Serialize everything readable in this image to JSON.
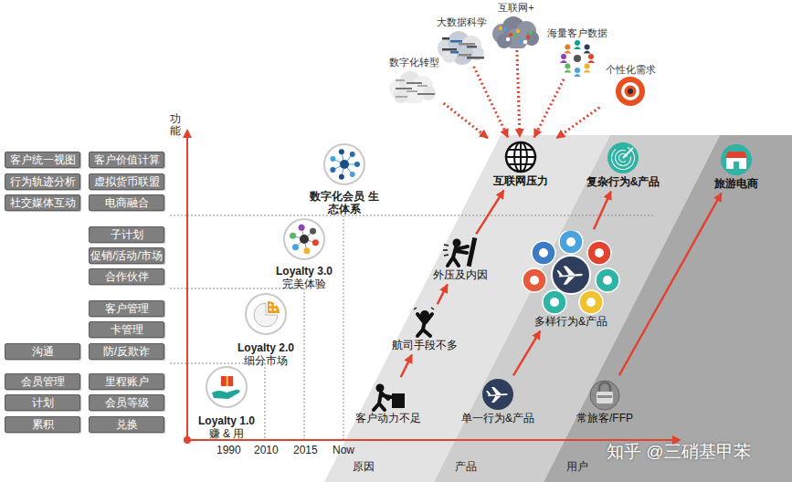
{
  "diagram": {
    "nodes": [
      {
        "text": [
          "数字化转型"
        ]
      },
      {
        "text": [
          "大数据科学"
        ]
      },
      {
        "text": [
          "互联网+"
        ]
      },
      {
        "text": [
          "海量客户数据"
        ]
      },
      {
        "text": [
          "个性化需求"
        ]
      },
      {
        "text": [
          "客户统一视图"
        ]
      },
      {
        "text": [
          "客户价值计算"
        ]
      },
      {
        "text": [
          "行为轨迹分析"
        ]
      },
      {
        "text": [
          "虚拟货币联盟"
        ]
      },
      {
        "text": [
          "社交媒体互动"
        ]
      },
      {
        "text": [
          "电商融合"
        ]
      },
      {
        "text": [
          "子计划"
        ]
      },
      {
        "text": [
          "促销/活动/市场"
        ]
      },
      {
        "text": [
          "合作伙伴"
        ]
      },
      {
        "text": [
          "客户管理"
        ]
      },
      {
        "text": [
          "卡管理"
        ]
      },
      {
        "text": [
          "沟通"
        ]
      },
      {
        "text": [
          "防/反欺诈"
        ]
      },
      {
        "text": [
          "会员管理"
        ]
      },
      {
        "text": [
          "里程账户"
        ]
      },
      {
        "text": [
          "计划"
        ]
      },
      {
        "text": [
          "会员等级"
        ]
      },
      {
        "text": [
          "累积"
        ]
      },
      {
        "text": [
          "兑换"
        ]
      },
      {
        "text": [
          "数字化会员 生态体系"
        ]
      },
      {
        "text": [
          "Loyalty 3.0",
          "完美体验"
        ]
      },
      {
        "text": [
          "Loyalty 2.0",
          "细分市场"
        ]
      },
      {
        "text": [
          "Loyalty 1.0",
          "赚 & 用"
        ]
      },
      {
        "text": [
          "原因"
        ]
      },
      {
        "text": [
          "产品"
        ]
      },
      {
        "text": [
          "用户"
        ]
      },
      {
        "text": [
          "互联网压力"
        ],
        "in": 28
      },
      {
        "text": [
          "外压及内因"
        ],
        "in": 28
      },
      {
        "text": [
          "航司手段不多"
        ],
        "in": 28
      },
      {
        "text": [
          "客户动力不足"
        ],
        "in": 28
      },
      {
        "text": [
          "复杂行为&产品"
        ],
        "in": 29
      },
      {
        "text": [
          "多样行为&产品"
        ],
        "in": 29
      },
      {
        "text": [
          "单一行为&产品"
        ],
        "in": 29
      },
      {
        "text": [
          "旅游电商"
        ],
        "in": 30
      },
      {
        "text": [
          "常旅客/FFP"
        ],
        "in": 30
      }
    ],
    "edges": [
      {
        "from": 0,
        "to": 31,
        "arrow": "to"
      },
      {
        "from": 1,
        "to": 31,
        "arrow": "to"
      },
      {
        "from": 2,
        "to": 31,
        "arrow": "to"
      },
      {
        "from": 3,
        "to": 31,
        "arrow": "to"
      },
      {
        "from": 4,
        "to": 31,
        "arrow": "to"
      },
      {
        "from": 34,
        "to": 33,
        "arrow": "to"
      },
      {
        "from": 33,
        "to": 32,
        "arrow": "to"
      },
      {
        "from": 32,
        "to": 31,
        "arrow": "to"
      },
      {
        "from": 37,
        "to": 36,
        "arrow": "to"
      },
      {
        "from": 36,
        "to": 35,
        "arrow": "to"
      },
      {
        "from": 39,
        "to": 38,
        "arrow": "to"
      }
    ],
    "labels": [
      "功能",
      "1990",
      "2010",
      "2015",
      "Now",
      "知乎 @三硝基甲苯"
    ]
  }
}
